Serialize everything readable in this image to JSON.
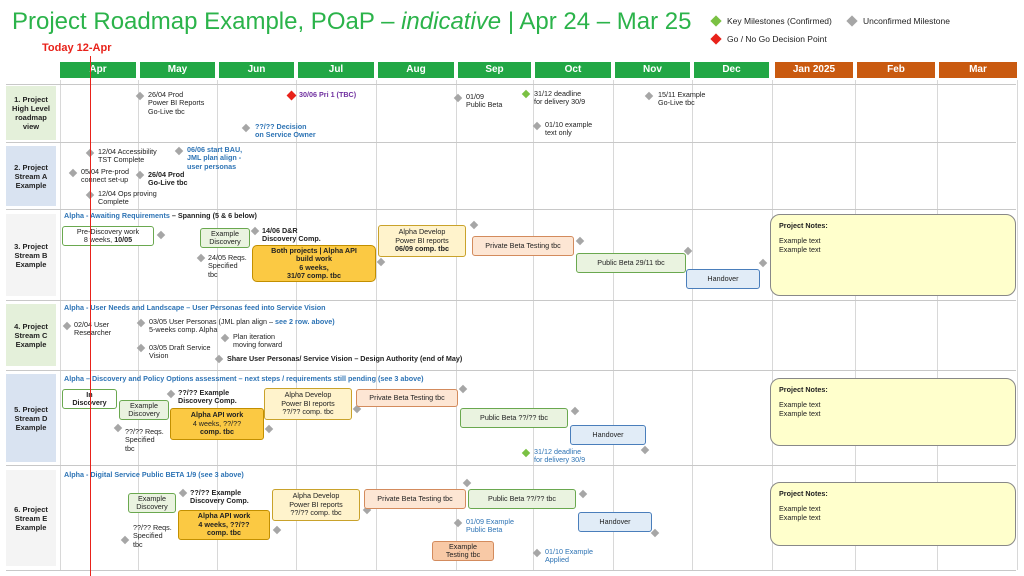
{
  "title": {
    "main": "Project Roadmap Example, POaP – ",
    "italic": "indicative",
    "tail": " | Apr 24 – Mar 25"
  },
  "today": "Today 12-Apr",
  "legend": {
    "key": "Key Milestones (Confirmed)",
    "unconfirmed": "Unconfirmed Milestone",
    "gonogo": "Go / No Go Decision Point"
  },
  "colors": {
    "green": "#22a745",
    "orange": "#c95a10",
    "title": "#2bb34a",
    "today": "#e8221a"
  },
  "months": [
    "Apr",
    "May",
    "Jun",
    "Jul",
    "Aug",
    "Sep",
    "Oct",
    "Nov",
    "Dec",
    "Jan 2025",
    "Feb",
    "Mar"
  ],
  "rows": [
    "1. Project High Level roadmap view",
    "2. Project Stream A Example",
    "3. Project Stream B Example",
    "4. Project Stream C Example",
    "5. Project Stream D Example",
    "6. Project Stream E Example"
  ],
  "r1": {
    "a": "26/04 Prod",
    "b": "Power BI Reports",
    "c": "Go-Live tbc",
    "d": "30/06 Pri 1 (TBC)",
    "e": "??/?? Decision",
    "f": "on Service Owner",
    "g": "01/09",
    "h": "Public Beta",
    "i": "31/12 deadline",
    "j": "for delivery 30/9",
    "k": "01/10 example",
    "l": "text only",
    "m": "15/11 Example",
    "n": "Go-Live tbc"
  },
  "r2": {
    "a": "12/04 Accessibility",
    "b": "TST Complete",
    "c": "06/06 start BAU,",
    "d": "JML plan align -",
    "e": "user personas",
    "f": "05/04 Pre-prod",
    "g": "connect set-up",
    "h": "26/04 Prod",
    "i": "Go-Live tbc",
    "j": "12/04 Ops proving",
    "k": "Complete"
  },
  "r3": {
    "head": "Alpha - Awaiting Requirements",
    "head2": " – Spanning (5 & 6 below)",
    "pre1": "Pre-Discovery work",
    "pre2": "8 weeks, ",
    "pre3": "10/05",
    "ex": "Example Discovery",
    "dr1": "14/06 D&R",
    "dr2": "Discovery Comp.",
    "both1": "Both projects | Alpha API",
    "both2": "build work",
    "both3": "6 weeks,",
    "both4": "31/07 comp. tbc",
    "spec1": "24/05 Reqs.",
    "spec2": "Specified",
    "spec3": "tbc",
    "alpha1": "Alpha Develop",
    "alpha2": "Power BI reports",
    "alpha3": "06/09 comp. tbc",
    "pbt": "Private Beta Testing tbc",
    "pub": "Public Beta 29/11 tbc",
    "hand": "Handover",
    "notes_h": "Project Notes:",
    "notes1": "Example text",
    "notes2": "Example text"
  },
  "r4": {
    "head": "Alpha - User Needs and Landscape – User Personas feed into Service Vision",
    "a": "02/04 User",
    "b": "Researcher",
    "c": "03/05 User Personas (JML plan align – ",
    "c2": "see 2 row. above)",
    "d": "5-weeks comp. Alpha",
    "e": "Plan iteration",
    "f": "moving forward",
    "g": "03/05 Draft Service",
    "h": "Vision",
    "i": "Share User Personas/ Service Vision – Design Authority (end of May)"
  },
  "r5": {
    "head": "Alpha – Discovery and Policy Options assessment – next steps / requirements still pending (see 3 above)",
    "indisc1": "In",
    "indisc2": "Discovery",
    "ex": "Example Discovery",
    "dc1": "??/?? Example",
    "dc2": "Discovery Comp.",
    "api1": "Alpha API work",
    "api2": "4 weeks, ??/??",
    "api3": "comp. tbc",
    "spec1": "??/?? Reqs.",
    "spec2": "Specified",
    "spec3": "tbc",
    "alpha1": "Alpha Develop",
    "alpha2": "Power BI reports",
    "alpha3": "??/?? comp. tbc",
    "pbt": "Private Beta Testing tbc",
    "pub": "Public Beta ??/?? tbc",
    "hand": "Handover",
    "dl1": "31/12 deadline",
    "dl2": "for delivery 30/9",
    "notes_h": "Project Notes:",
    "notes1": "Example text",
    "notes2": "Example text"
  },
  "r6": {
    "head": "Alpha - Digital Service Public BETA 1/9 (see 3 above)",
    "ex": "Example Discovery",
    "dc1": "??/?? Example",
    "dc2": "Discovery Comp.",
    "api1": "Alpha API work",
    "api2": "4 weeks, ??/??",
    "api3": "comp. tbc",
    "spec1": "??/?? Reqs.",
    "spec2": "Specified",
    "spec3": "tbc",
    "alpha1": "Alpha Develop",
    "alpha2": "Power BI reports",
    "alpha3": "??/?? comp. tbc",
    "pbt": "Private Beta Testing tbc",
    "pub": "Public Beta ??/?? tbc",
    "hand": "Handover",
    "pb1": "01/09 Example",
    "pb2": "Public Beta",
    "ext1": "Example",
    "ext2": "Testing tbc",
    "ap1": "01/10 Example",
    "ap2": "Applied",
    "notes_h": "Project Notes:",
    "notes1": "Example text",
    "notes2": "Example text"
  }
}
